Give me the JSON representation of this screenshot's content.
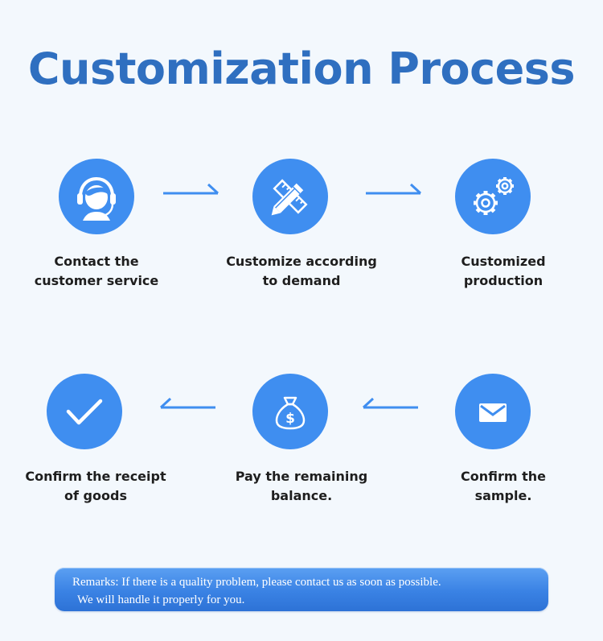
{
  "title": "Customization Process",
  "colors": {
    "accent": "#3f8ef0",
    "title": "#2f6fc0",
    "background": "#f3f8fd"
  },
  "steps": [
    {
      "label": "Contact the\ncustomer service",
      "icon": "headset-icon"
    },
    {
      "label": "Customize according\nto demand",
      "icon": "pencil-ruler-icon"
    },
    {
      "label": "Customized\nproduction",
      "icon": "gears-icon"
    },
    {
      "label": "Confirm the\nsample.",
      "icon": "envelope-icon"
    },
    {
      "label": "Pay the remaining\nbalance.",
      "icon": "money-bag-icon"
    },
    {
      "label": "Confirm the receipt\nof goods",
      "icon": "checkmark-icon"
    }
  ],
  "remarks": {
    "line1": "Remarks: If there is a quality problem, please contact us as soon as possible.",
    "line2": "We will handle it properly for you."
  }
}
